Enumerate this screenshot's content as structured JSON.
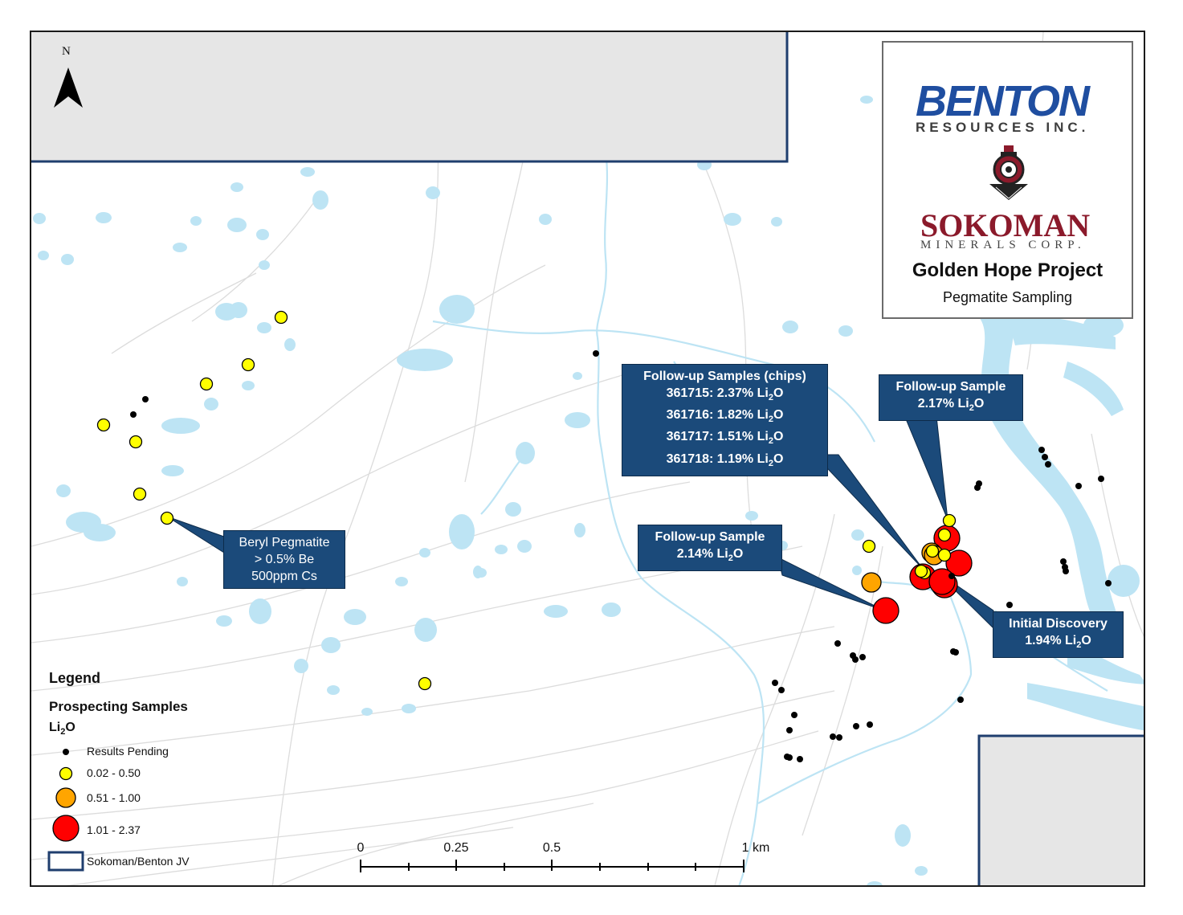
{
  "north_label": "N",
  "title_box": {
    "company1_name": "BENTON",
    "company1_sub": "RESOURCES INC.",
    "company2_name": "SOKOMAN",
    "company2_sub": "MINERALS CORP.",
    "project_title": "Golden Hope Project",
    "project_subtitle": "Pegmatite Sampling"
  },
  "callouts": {
    "beryl": [
      "Beryl Pegmatite",
      "> 0.5% Be",
      "500ppm Cs"
    ],
    "followup_chips": [
      "Follow-up Samples (chips)",
      "361715: 2.37% Li",
      "361716: 1.82% Li",
      "361717: 1.51% Li",
      "361718: 1.19% Li"
    ],
    "followup_217": [
      "Follow-up Sample",
      "2.17% Li"
    ],
    "followup_214": [
      "Follow-up Sample",
      "2.14% Li"
    ],
    "initial_discovery": [
      "Initial Discovery",
      "1.94% Li"
    ],
    "oxide_sub": "2",
    "oxide_suffix": "O"
  },
  "legend": {
    "title": "Legend",
    "group": "Prospecting Samples",
    "field_base": "Li",
    "field_sub": "2",
    "field_suffix": "O",
    "items": [
      {
        "label": "Results Pending",
        "color": "#000000"
      },
      {
        "label": "0.02 - 0.50",
        "color": "#ffff00"
      },
      {
        "label": "0.51 - 1.00",
        "color": "#ffa500"
      },
      {
        "label": "1.01 - 2.37",
        "color": "#ff0000"
      }
    ],
    "boundary_label": "Sokoman/Benton JV"
  },
  "scale_bar": {
    "labels": [
      "0",
      "0.25",
      "0.5",
      "1 km"
    ]
  },
  "colors": {
    "water": "#bde4f4",
    "outside_area": "#e6e6e6",
    "boundary": "#1f3e6e",
    "callout": "#1b4a7a",
    "pending": "#000000",
    "low": "#ffff00",
    "mid": "#ffa500",
    "high": "#ff0000"
  }
}
